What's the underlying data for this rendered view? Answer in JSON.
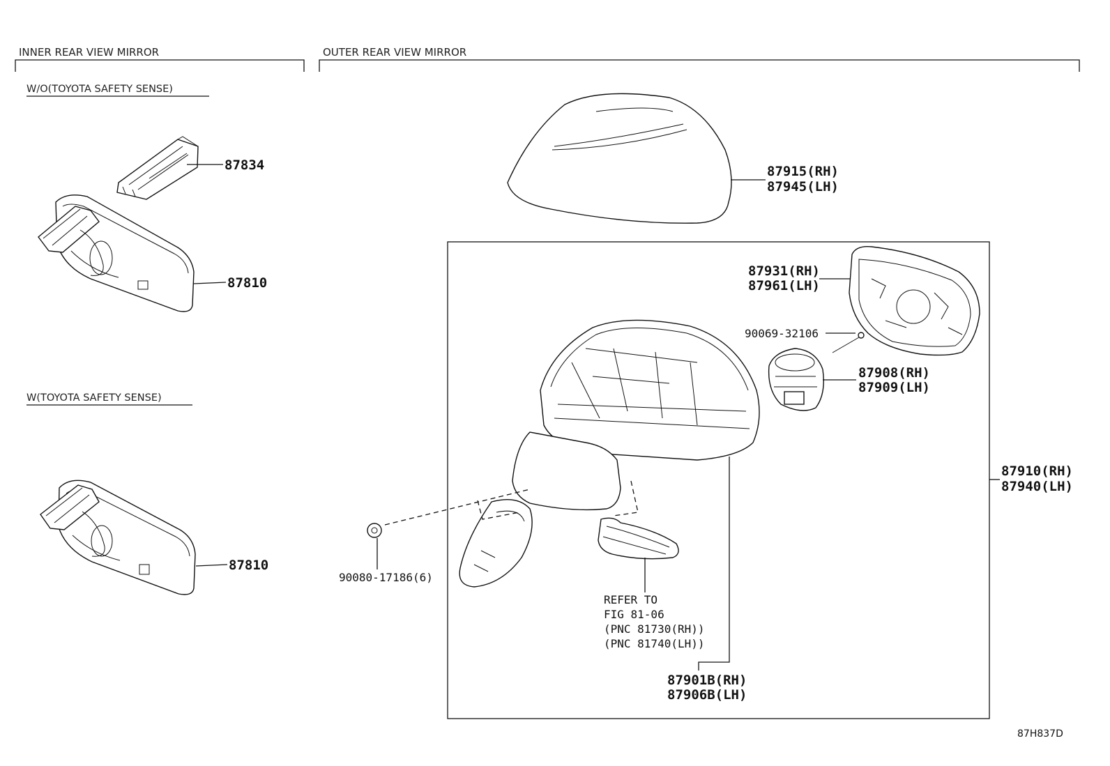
{
  "sections": {
    "inner": {
      "title": "INNER REAR VIEW MIRROR",
      "variant_without": "W/O(TOYOTA SAFETY SENSE)",
      "variant_with": "W(TOYOTA SAFETY SENSE)"
    },
    "outer": {
      "title": "OUTER REAR VIEW MIRROR"
    }
  },
  "parts": {
    "bracket_cover": "87834",
    "inner_mirror_without": "87810",
    "inner_mirror_with": "87810",
    "mirror_cover_rh": "87915(RH)",
    "mirror_cover_lh": "87945(LH)",
    "mirror_glass_rh": "87931(RH)",
    "mirror_glass_lh": "87961(LH)",
    "screw": "90069-32106",
    "actuator_rh": "87908(RH)",
    "actuator_lh": "87909(LH)",
    "assembly_rh": "87910(RH)",
    "assembly_lh": "87940(LH)",
    "nut": "90080-17186(6)",
    "sub_assembly_rh": "87901B(RH)",
    "sub_assembly_lh": "87906B(LH)"
  },
  "reference_note": {
    "line1": "REFER TO",
    "line2": "FIG 81-06",
    "line3": "(PNC 81730(RH))",
    "line4": "(PNC 81740(LH))"
  },
  "figure_code": "87H837D"
}
